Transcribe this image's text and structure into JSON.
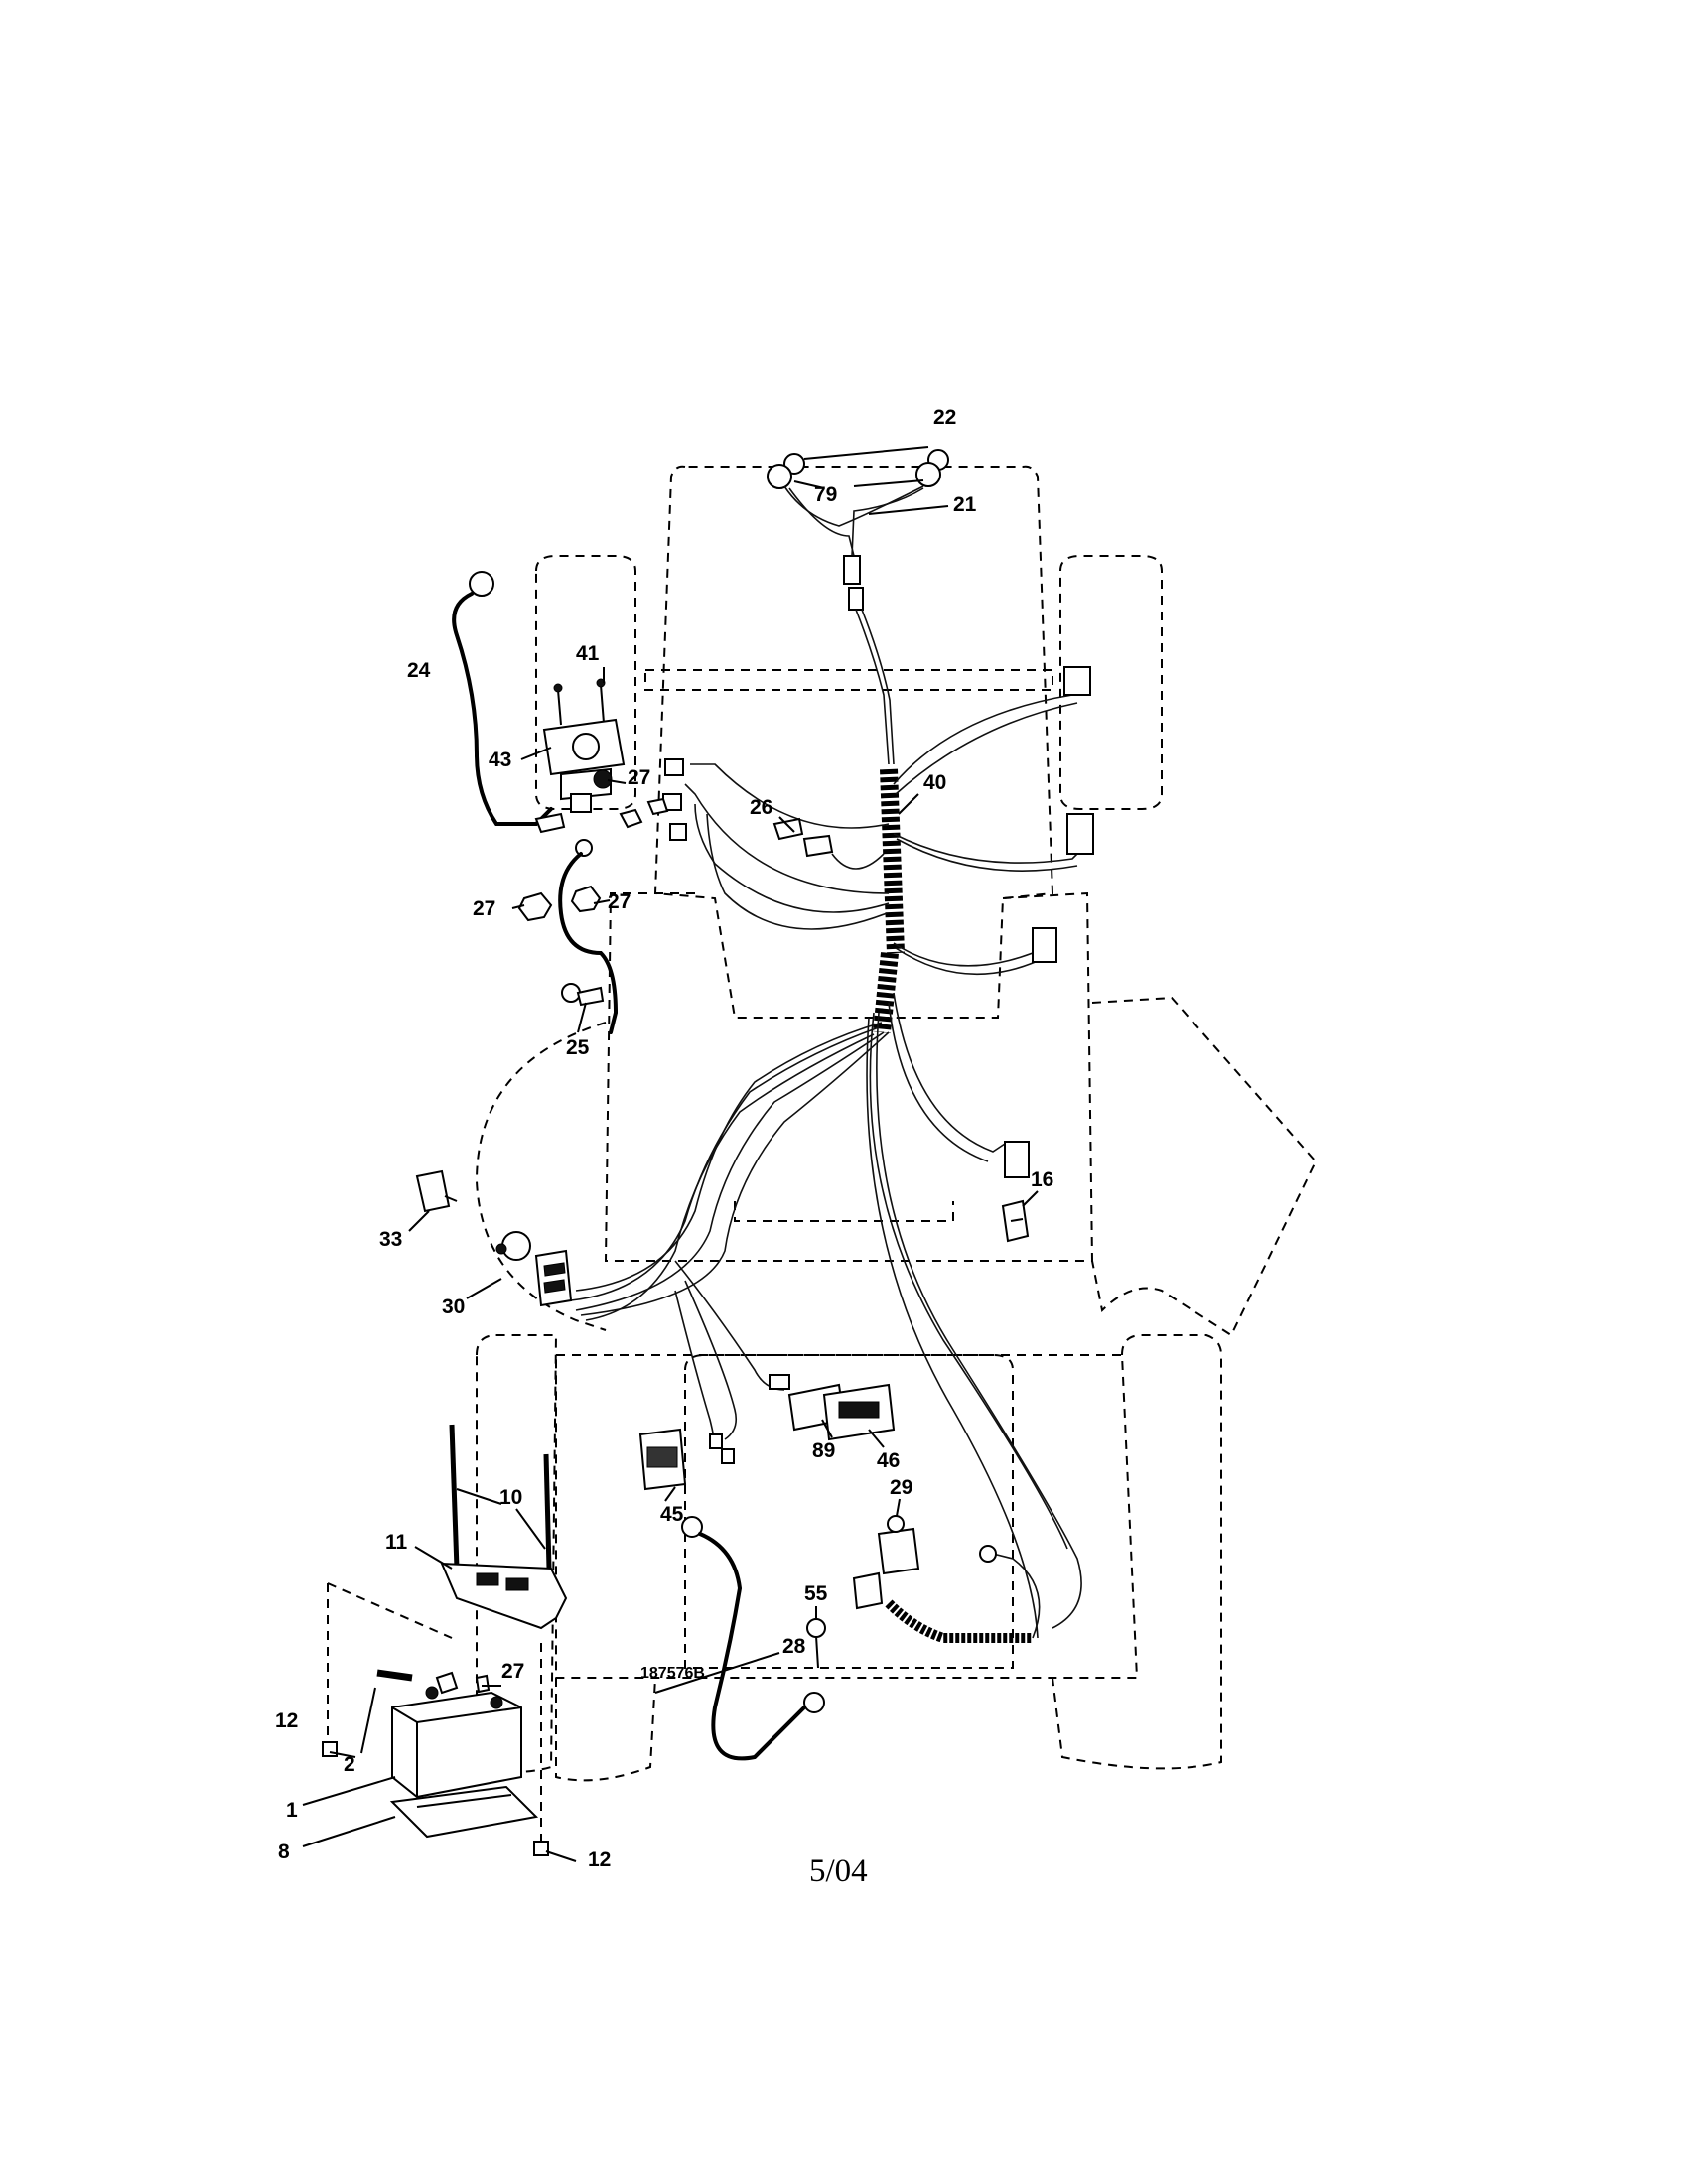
{
  "diagram": {
    "drawing_number": "187576B",
    "date_mark": "5/04",
    "callouts": [
      "22",
      "79",
      "21",
      "41",
      "24",
      "43",
      "27",
      "40",
      "26",
      "27",
      "27",
      "25",
      "16",
      "33",
      "30",
      "10",
      "11",
      "89",
      "46",
      "45",
      "29",
      "55",
      "28",
      "27",
      "12",
      "2",
      "1",
      "8",
      "12"
    ]
  }
}
